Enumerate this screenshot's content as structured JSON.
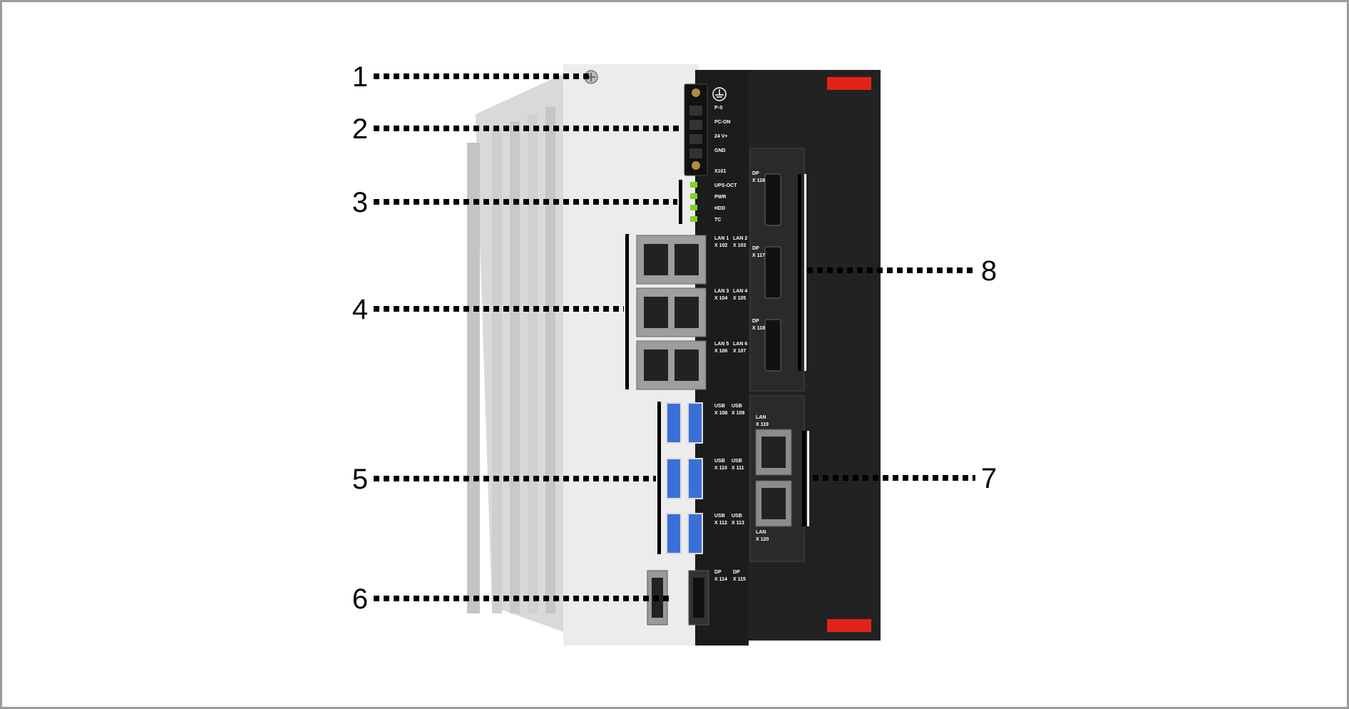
{
  "callouts": [
    {
      "number": "1",
      "side": "left"
    },
    {
      "number": "2",
      "side": "left"
    },
    {
      "number": "3",
      "side": "left"
    },
    {
      "number": "4",
      "side": "left"
    },
    {
      "number": "5",
      "side": "left"
    },
    {
      "number": "6",
      "side": "left"
    },
    {
      "number": "7",
      "side": "right"
    },
    {
      "number": "8",
      "side": "right"
    }
  ],
  "device_labels": {
    "power": [
      "P-S",
      "PC-ON",
      "24 V+",
      "GND",
      "X101"
    ],
    "leds": [
      "UPS-OCT",
      "PWR",
      "HDD",
      "TC"
    ],
    "lan": [
      {
        "a": "LAN 1",
        "a_id": "X 102",
        "b": "LAN 2",
        "b_id": "X 103"
      },
      {
        "a": "LAN 3",
        "a_id": "X 104",
        "b": "LAN 4",
        "b_id": "X 105"
      },
      {
        "a": "LAN 5",
        "a_id": "X 106",
        "b": "LAN 6",
        "b_id": "X 107"
      }
    ],
    "usb": [
      {
        "a": "USB",
        "a_id": "X 108",
        "b": "USB",
        "b_id": "X 109"
      },
      {
        "a": "USB",
        "a_id": "X 110",
        "b": "USB",
        "b_id": "X 111"
      },
      {
        "a": "USB",
        "a_id": "X 112",
        "b": "USB",
        "b_id": "X 113"
      }
    ],
    "dp_bottom": {
      "a": "DP",
      "a_id": "X 114",
      "b": "DP",
      "b_id": "X 115"
    },
    "dp_card": [
      {
        "a": "DP",
        "a_id": "X 116"
      },
      {
        "a": "DP",
        "a_id": "X 117"
      },
      {
        "a": "DP",
        "a_id": "X 118"
      }
    ],
    "lan_card": [
      {
        "a": "LAN",
        "a_id": "X 119"
      },
      {
        "a": "LAN",
        "a_id": "X 120"
      }
    ]
  },
  "colors": {
    "frame_border": "#9a9a9a",
    "panel_dark": "#1c1c1c",
    "housing_light": "#e8e8e8",
    "led_green": "#7ed321",
    "usb_blue": "#3b6fd8",
    "accent_red": "#e2231a"
  }
}
